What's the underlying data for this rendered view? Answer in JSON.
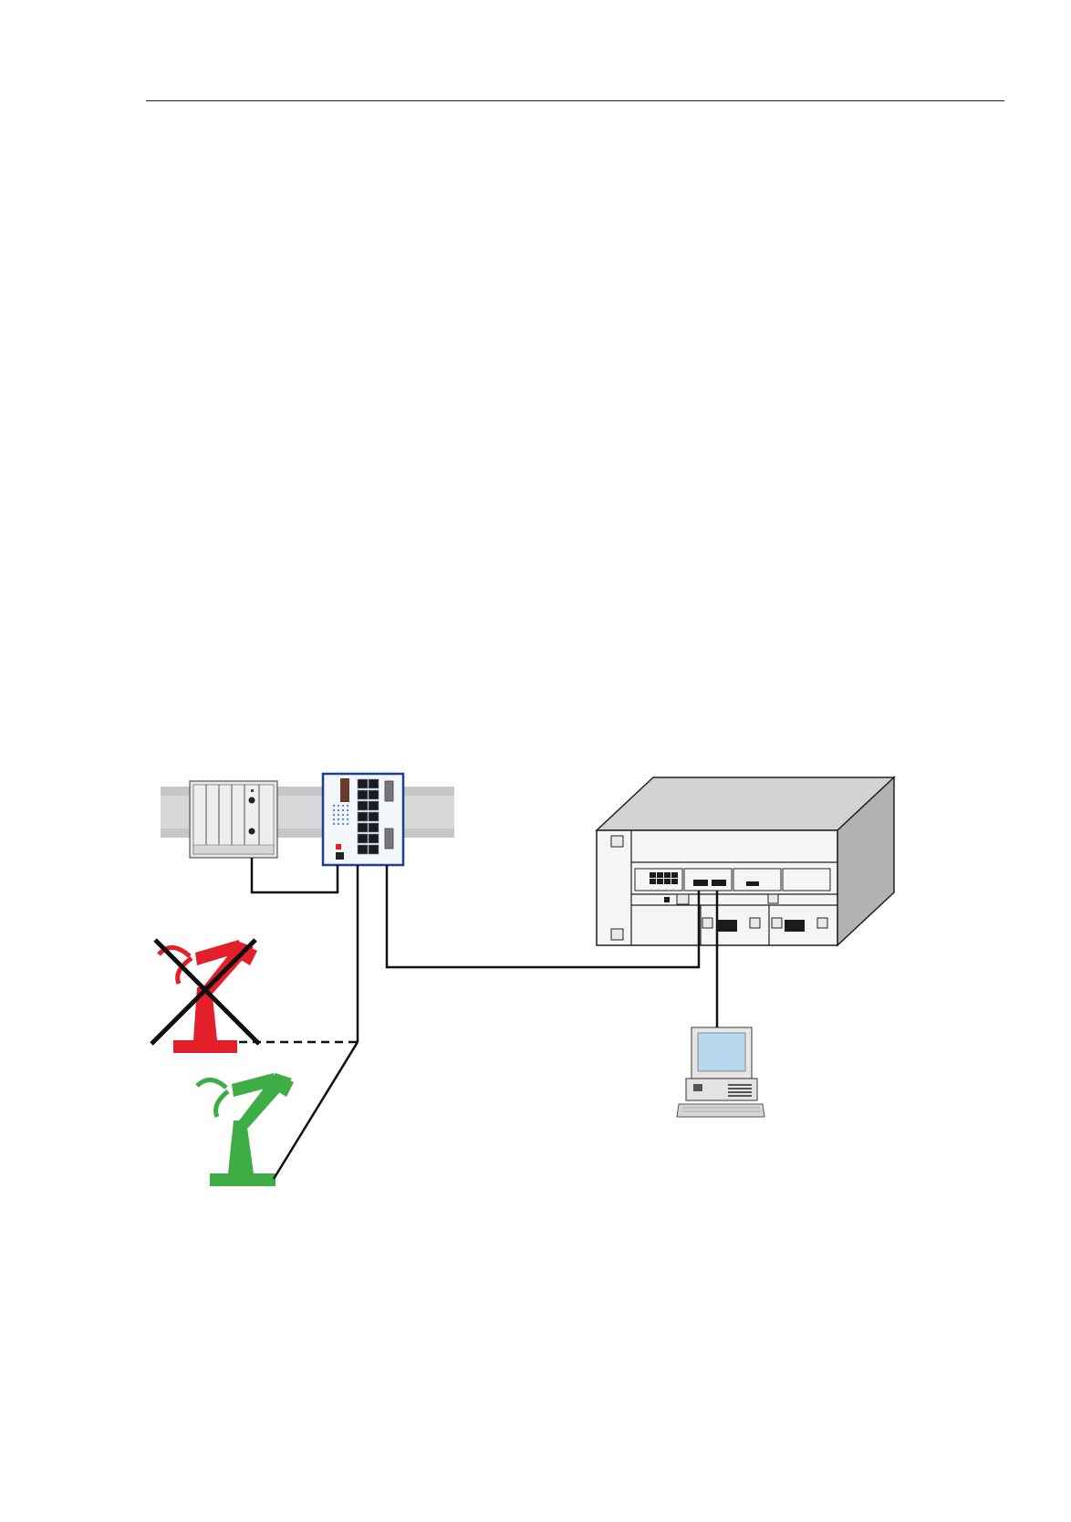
{
  "colors": {
    "rail": "#d7d8d9",
    "rail_shade": "#b9babc",
    "module_fill": "#e4e6e8",
    "switch_border": "#1d3f8f",
    "switch_fill": "#f3f6fb",
    "port_fill": "#1b1b1b",
    "chassis_front": "#f5f5f5",
    "chassis_top": "#d0d2d4",
    "chassis_side": "#b2b3b5",
    "robot_failed": "#e3202a",
    "robot_ok": "#3fad45",
    "monitor_screen": "#b7d8ee",
    "line": "#111111"
  },
  "devices": [
    {
      "id": "plc",
      "icon": "plc-module-icon"
    },
    {
      "id": "rail-switch",
      "icon": "network-switch-icon"
    },
    {
      "id": "backbone-chassis",
      "icon": "chassis-switch-icon"
    },
    {
      "id": "management-pc",
      "icon": "desktop-computer-icon"
    },
    {
      "id": "robot-failed",
      "icon": "industrial-robot-icon",
      "state": "crossed-out"
    },
    {
      "id": "robot-replacement",
      "icon": "industrial-robot-icon",
      "state": "active"
    }
  ],
  "links": [
    {
      "from": "plc",
      "to": "rail-switch",
      "style": "solid"
    },
    {
      "from": "rail-switch",
      "to": "backbone-chassis",
      "style": "solid"
    },
    {
      "from": "backbone-chassis",
      "to": "management-pc",
      "style": "solid"
    },
    {
      "from": "rail-switch",
      "to": "robot-failed",
      "style": "dashed"
    },
    {
      "from": "rail-switch",
      "to": "robot-replacement",
      "style": "solid"
    }
  ]
}
